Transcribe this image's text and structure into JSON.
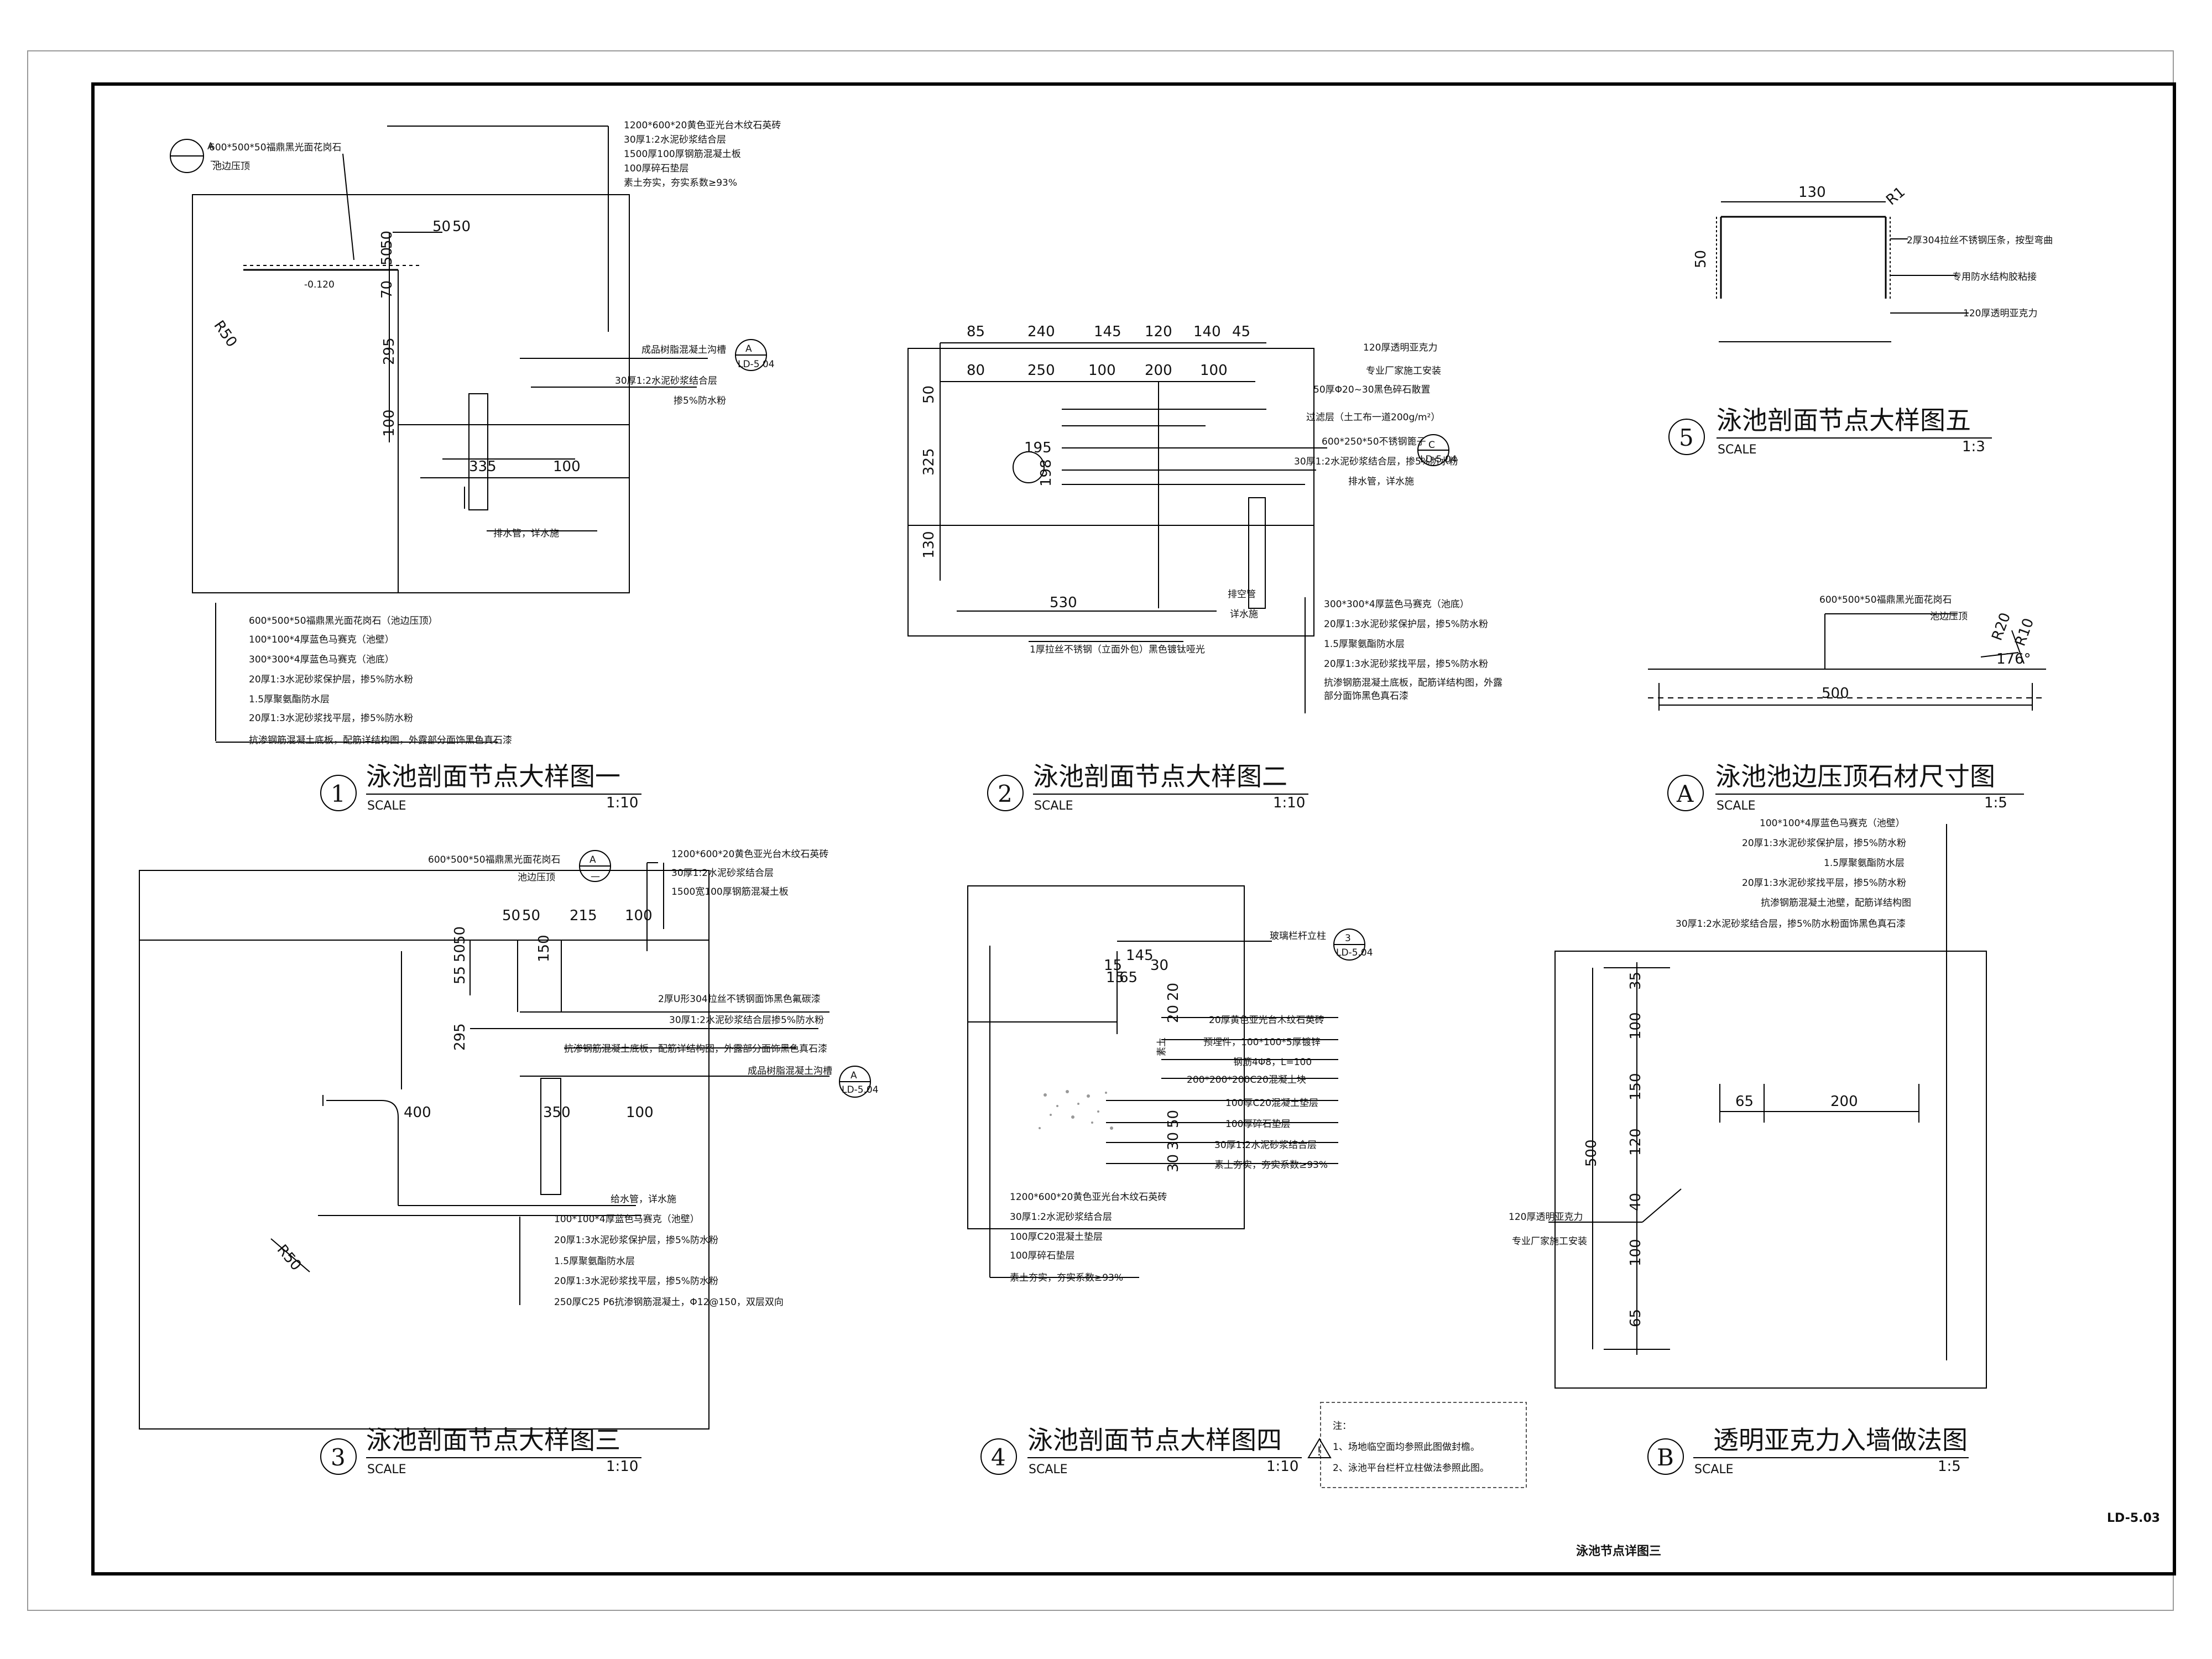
{
  "sheet": {
    "title": "泳池节点详图三",
    "number": "LD-5.03",
    "scale_word": "SCALE"
  },
  "details": [
    {
      "num": "1",
      "title": "泳池剖面节点大样图一",
      "scale": "1:10"
    },
    {
      "num": "2",
      "title": "泳池剖面节点大样图二",
      "scale": "1:10"
    },
    {
      "num": "A",
      "title": "泳池池边压顶石材尺寸图",
      "scale": "1:5"
    },
    {
      "num": "3",
      "title": "泳池剖面节点大样图三",
      "scale": "1:10"
    },
    {
      "num": "4",
      "title": "泳池剖面节点大样图四",
      "scale": "1:10"
    },
    {
      "num": "B",
      "title": "透明亚克力入墙做法图",
      "scale": "1:5"
    },
    {
      "num": "5",
      "title": "泳池剖面节点大样图五",
      "scale": "1:3"
    }
  ],
  "d1": {
    "coping": "600*500*50福鼎黑光面花岗石",
    "coping_sub": "池边压顶",
    "tag_a": "A",
    "tag_dash": "—",
    "top_notes": [
      "1200*600*20黄色亚光台木纹石英砖",
      "30厚1:2水泥砂浆结合层",
      "1500厚100厚钢筋混凝土板",
      "100厚碎石垫层",
      "素土夯实，夯实系数≥93%"
    ],
    "level": "-0.120",
    "radius": "R50",
    "channel": "成品树脂混凝土沟槽",
    "channel_tag_letter": "A",
    "channel_tag_sheet": "LD-5.04",
    "mortar": "30厚1:2水泥砂浆结合层",
    "mortar2": "掺5%防水粉",
    "drain": "排水管，详水施",
    "dims": [
      "50",
      "50",
      "70",
      "50",
      "50",
      "295",
      "100",
      "335",
      "100"
    ],
    "bottom_notes": [
      "600*500*50福鼎黑光面花岗石（池边压顶）",
      "100*100*4厚蓝色马赛克（池壁）",
      "300*300*4厚蓝色马赛克（池底）",
      "20厚1:3水泥砂浆保护层，掺5%防水粉",
      "1.5厚聚氨酯防水层",
      "20厚1:3水泥砂浆找平层，掺5%防水粉",
      "抗渗钢筋混凝土底板，配筋详结构图，外露部分面饰黑色真石漆"
    ]
  },
  "d2": {
    "top_dims": [
      "85",
      "240",
      "145",
      "120",
      "140",
      "45"
    ],
    "second_dims": [
      "80",
      "250",
      "100",
      "200",
      "100"
    ],
    "left_dims": [
      "50",
      "325",
      "130"
    ],
    "small_dims": [
      "195",
      "198",
      "530"
    ],
    "right_notes": [
      "120厚透明亚克力",
      "专业厂家施工安装",
      "50厚Φ20~30黑色碎石散置",
      "过滤层（土工布一道200g/m²）",
      "600*250*50不锈钢篦子",
      "30厚1:2水泥砂浆结合层，掺5%防水粉",
      "排水管，详水施"
    ],
    "tag_letter": "C",
    "tag_sheet": "LD-5.04",
    "bottom_note": "1厚拉丝不锈钢（立面外包）黑色镀钛哑光",
    "drain": "排空管",
    "drain2": "详水施",
    "lower_notes": [
      "300*300*4厚蓝色马赛克（池底）",
      "20厚1:3水泥砂浆保护层，掺5%防水粉",
      "1.5厚聚氨酯防水层",
      "20厚1:3水泥砂浆找平层，掺5%防水粉",
      "抗渗钢筋混凝土底板，配筋详结构图，外露",
      "部分面饰黑色真石漆"
    ]
  },
  "dA": {
    "coping": "600*500*50福鼎黑光面花岗石",
    "coping_sub": "池边压顶",
    "r1": "R20",
    "r2": "R10",
    "angle": "176°",
    "width": "500"
  },
  "d5": {
    "width": "130",
    "radius": "R1",
    "height": "50",
    "notes": [
      "2厚304拉丝不锈钢压条，按型弯曲",
      "专用防水结构胶粘接",
      "120厚透明亚克力"
    ]
  },
  "d3": {
    "coping": "600*500*50福鼎黑光面花岗石",
    "coping_sub": "池边压顶",
    "tag_a": "A",
    "tag_dash": "—",
    "top_notes": [
      "1200*600*20黄色亚光台木纹石英砖",
      "30厚1:2水泥砂浆结合层",
      "1500宽100厚钢筋混凝土板"
    ],
    "dims_top": [
      "50",
      "50",
      "215",
      "100",
      "150"
    ],
    "left_dims": [
      "50",
      "50",
      "55",
      "295"
    ],
    "mid_notes": [
      "2厚U形304拉丝不锈钢面饰黑色氟碳漆",
      "30厚1:2水泥砂浆结合层掺5%防水粉",
      "抗渗钢筋混凝土底板，配筋详结构图，外露部分面饰黑色真石漆",
      "成品树脂混凝土沟槽"
    ],
    "tag_letter": "A",
    "tag_sheet": "LD-5.04",
    "pipe_dims": [
      "400",
      "350",
      "100"
    ],
    "supply": "给水管，详水施",
    "radius": "R50",
    "bottom_notes": [
      "100*100*4厚蓝色马赛克（池壁）",
      "20厚1:3水泥砂浆保护层，掺5%防水粉",
      "1.5厚聚氨酯防水层",
      "20厚1:3水泥砂浆找平层，掺5%防水粉",
      "250厚C25 P6抗渗钢筋混凝土，Φ12@150，双层双向"
    ]
  },
  "d4": {
    "rail": "玻璃栏杆立柱",
    "tag_num": "3",
    "tag_sheet": "LD-5.04",
    "dims": [
      "145",
      "30",
      "15",
      "15",
      "65",
      "20",
      "20",
      "30",
      "30",
      "50"
    ],
    "notes": [
      "20厚黄色亚光台木纹石英砖",
      "预埋件，100*100*5厚镀锌",
      "钢筋4Φ8，L=100",
      "200*200*200C20混凝土块",
      "100厚C20混凝土垫层",
      "100厚碎石垫层",
      "30厚1:2水泥砂浆结合层",
      "素土夯实，夯实系数≥93%"
    ],
    "side_label": "素土",
    "left_notes": [
      "1200*600*20黄色亚光台木纹石英砖",
      "30厚1:2水泥砂浆结合层",
      "100厚C20混凝土垫层",
      "100厚碎石垫层",
      "素土夯实，夯实系数≥93%"
    ]
  },
  "notes_box": {
    "heading": "注：",
    "lines": [
      "1、场地临空面均参照此图做封檐。",
      "2、泳池平台栏杆立柱做法参照此图。"
    ],
    "warn": "!"
  },
  "dB": {
    "notes": [
      "100*100*4厚蓝色马赛克（池壁）",
      "20厚1:3水泥砂浆保护层，掺5%防水粉",
      "1.5厚聚氨酯防水层",
      "20厚1:3水泥砂浆找平层，掺5%防水粉",
      "抗渗钢筋混凝土池壁，配筋详结构图",
      "30厚1:2水泥砂浆结合层，掺5%防水粉面饰黑色真石漆"
    ],
    "vdims": [
      "35",
      "100",
      "150",
      "120",
      "40",
      "100",
      "65"
    ],
    "total": "500",
    "hdims": [
      "65",
      "200"
    ],
    "acrylic": "120厚透明亚克力",
    "acrylic2": "专业厂家施工安装"
  }
}
